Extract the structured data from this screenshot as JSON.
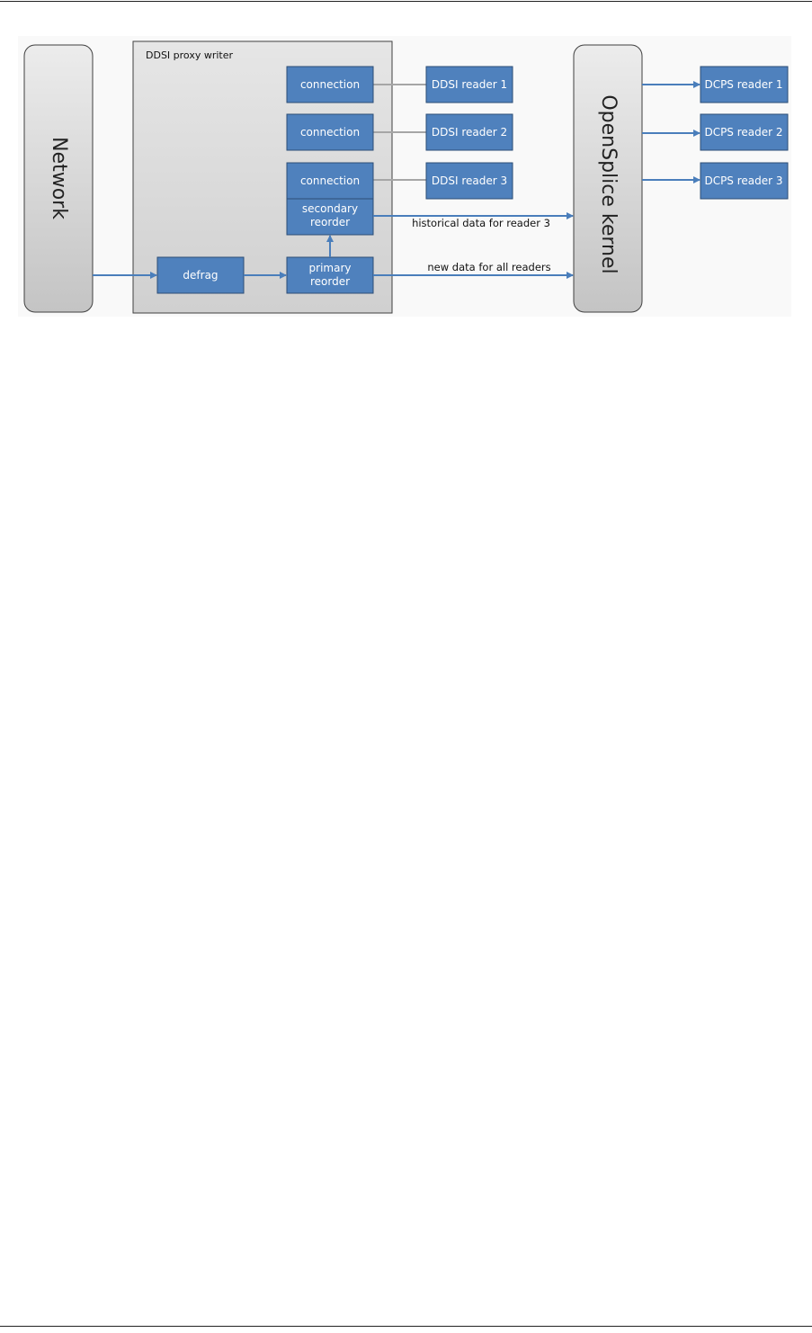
{
  "labels": {
    "network": "Network",
    "kernel": "OpenSplice kernel",
    "proxy_writer": "DDSI proxy writer",
    "defrag": "defrag",
    "primary_reorder": [
      "primary",
      "reorder"
    ],
    "secondary_reorder": [
      "secondary",
      "reorder"
    ],
    "connections": [
      "connection",
      "connection",
      "connection"
    ],
    "ddsi_readers": [
      "DDSI reader 1",
      "DDSI reader 2",
      "DDSI reader 3"
    ],
    "dcps_readers": [
      "DCPS reader 1",
      "DCPS reader 2",
      "DCPS reader 3"
    ],
    "historical": "historical data for reader 3",
    "new_data": "new data for all readers"
  },
  "colors": {
    "box_fill": "#4f81bd",
    "box_stroke": "#2c4d75",
    "arrow": "#4a7ebb",
    "connector": "#a6a6a6",
    "panel_fill": "#dcdcdc",
    "panel_stroke": "#404040"
  }
}
